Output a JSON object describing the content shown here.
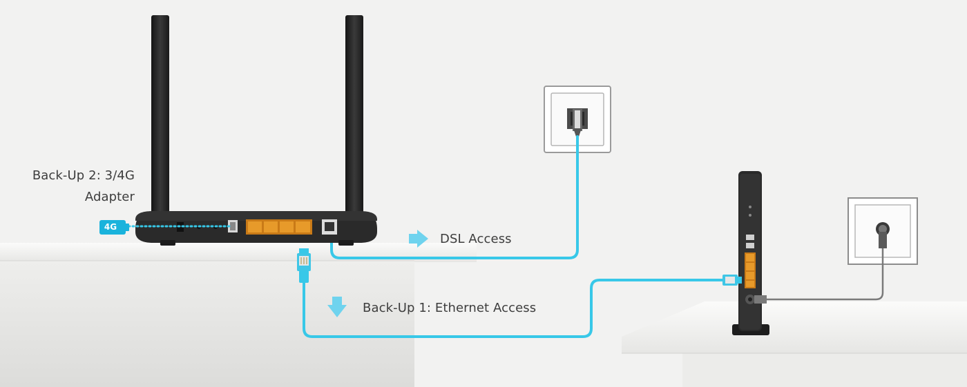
{
  "labels": {
    "backup2_line1": "Back-Up 2: 3/4G",
    "backup2_line2": "Adapter",
    "dsl_access": "DSL Access",
    "ethernet_access": "Back-Up 1: Ethernet Access",
    "adapter_badge": "4G"
  },
  "colors": {
    "cable": "#38c8e8",
    "arrow": "#6fd3ee",
    "router": "#262626",
    "port_lan": "#e79a2a",
    "shelf": "#e4e4e2",
    "background": "#f3f3f2"
  }
}
